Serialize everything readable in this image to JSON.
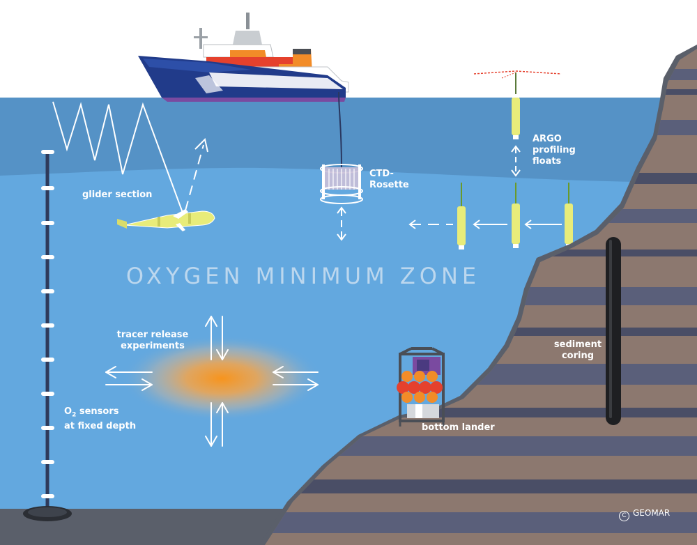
{
  "labels": {
    "glider": "glider section",
    "ctd_1": "CTD-",
    "ctd_2": "Rosette",
    "argo_1": "ARGO",
    "argo_2": "profiling",
    "argo_3": "floats",
    "zone": "OXYGEN MINIMUM ZONE",
    "tracer_1": "tracer release",
    "tracer_2": "experiments",
    "o2_1a": "O",
    "o2_1sub": "2",
    "o2_1b": " sensors",
    "o2_2": "at fixed depth",
    "lander": "bottom lander",
    "sediment_1": "sediment",
    "sediment_2": "coring",
    "copyright_symbol": "C",
    "copyright": "GEOMAR"
  },
  "colors": {
    "sky": "#ffffff",
    "surface_water": "#5592c6",
    "deep_water": "#63a8df",
    "seafloor_brown": "#8c786f",
    "seafloor_slate": "#5a5f7a",
    "seafloor_dark": "#33363b",
    "tracer_center": "#f7941d",
    "float_yellow": "#e8ec7a",
    "ship_navy": "#213b8a",
    "ship_red": "#e5412d",
    "ship_orange": "#f28c28",
    "ship_purple": "#7a4aa0"
  },
  "icons": [
    "research-ship-icon",
    "glider-icon",
    "ctd-rosette-icon",
    "argo-float-icon",
    "bottom-lander-icon",
    "sediment-core-icon",
    "mooring-icon",
    "tracer-cloud-icon"
  ]
}
